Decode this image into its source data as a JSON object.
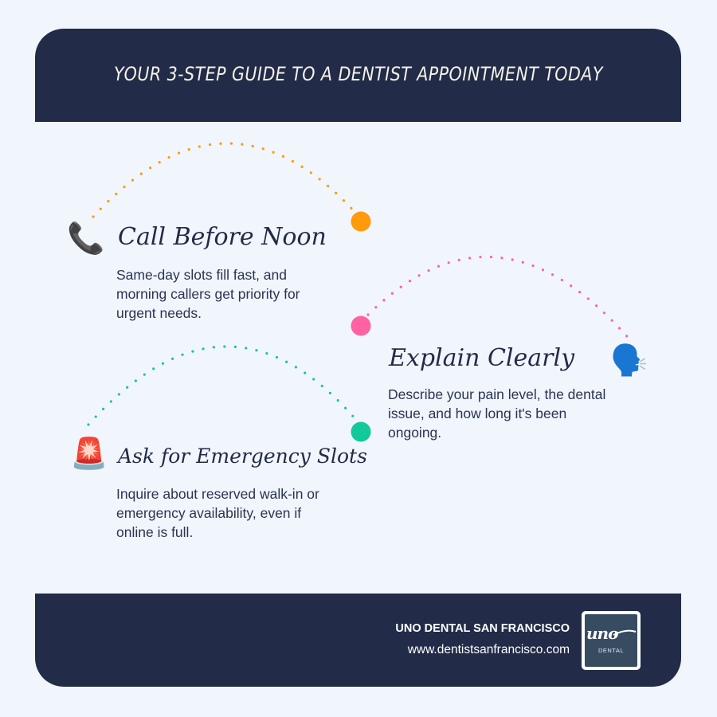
{
  "header": {
    "title": "YOUR 3-STEP GUIDE TO A DENTIST APPOINTMENT TODAY"
  },
  "colors": {
    "navy": "#222c48",
    "background": "#f1f5fc",
    "step1_accent": "#ff9a0a",
    "step2_accent": "#ff62a0",
    "step3_accent": "#12c99c"
  },
  "steps": [
    {
      "icon": "telephone-receiver-icon",
      "glyph": "📞",
      "title": "Call Before Noon",
      "description": "Same-day slots fill fast, and morning callers get priority for urgent needs."
    },
    {
      "icon": "speaking-head-icon",
      "glyph": "🗣️",
      "title": "Explain Clearly",
      "description": "Describe your pain level, the dental issue, and how long it's been ongoing."
    },
    {
      "icon": "police-light-icon",
      "glyph": "🚨",
      "title": "Ask for Emergency Slots",
      "description": "Inquire about reserved walk-in or emergency availability, even if online is full."
    }
  ],
  "footer": {
    "name": "UNO DENTAL SAN FRANCISCO",
    "url": "www.dentistsanfrancisco.com",
    "logo_script": "uno",
    "logo_sub": "DENTAL"
  }
}
